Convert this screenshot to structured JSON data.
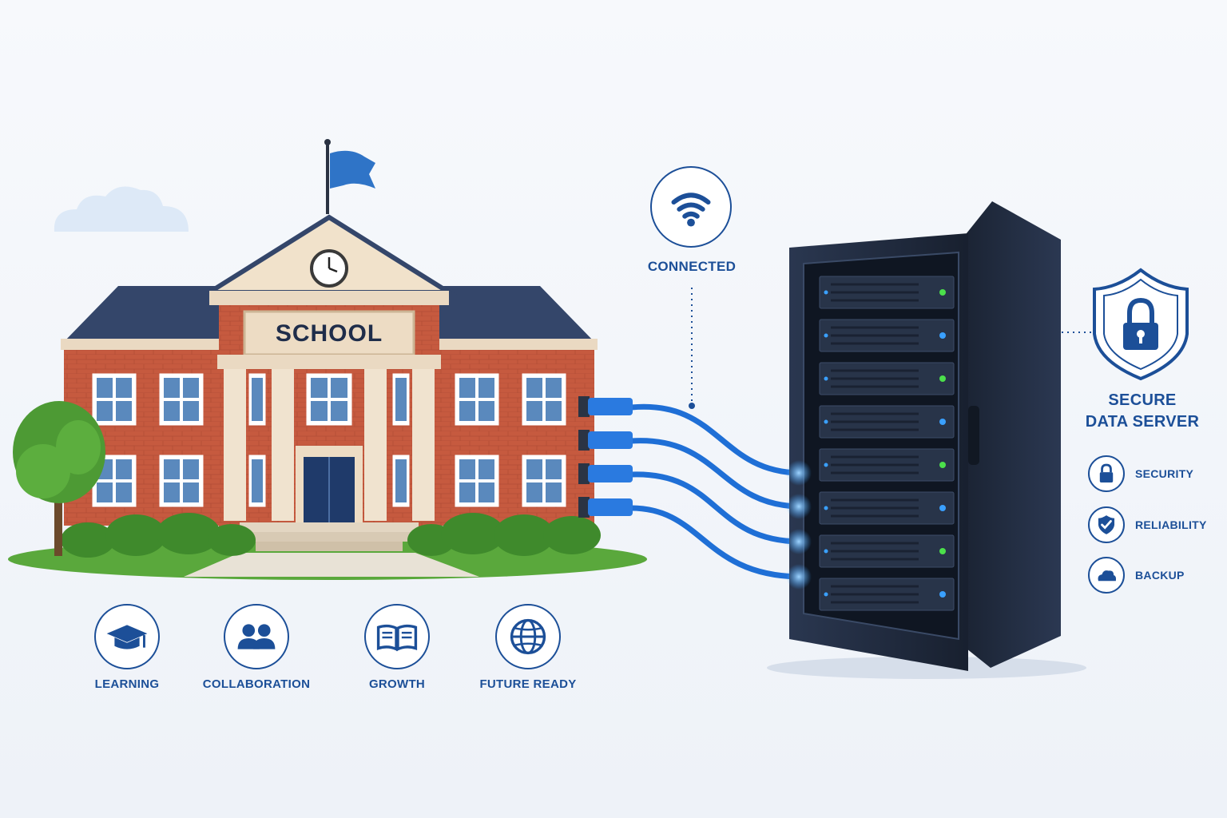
{
  "building": {
    "sign": "SCHOOL"
  },
  "network": {
    "status_label": "CONNECTED",
    "status_icon": "wifi-icon"
  },
  "server": {
    "title_line1": "SECURE",
    "title_line2": "DATA SERVER",
    "title_icon": "shield-lock-icon",
    "features": [
      {
        "label": "SECURITY",
        "icon": "lock-icon"
      },
      {
        "label": "RELIABILITY",
        "icon": "shield-check-icon"
      },
      {
        "label": "BACKUP",
        "icon": "cloud-icon"
      }
    ]
  },
  "school_features": [
    {
      "label": "LEARNING",
      "icon": "graduation-cap-icon"
    },
    {
      "label": "COLLABORATION",
      "icon": "people-icon"
    },
    {
      "label": "GROWTH",
      "icon": "open-book-icon"
    },
    {
      "label": "FUTURE READY",
      "icon": "globe-icon"
    }
  ],
  "colors": {
    "accent": "#1c4f98",
    "brick": "#c65a3f",
    "roof": "#34466a",
    "server_body": "#1f2a3d",
    "cable": "#1f6fd6",
    "led_green": "#4be04b",
    "led_blue": "#3aa0ff",
    "grass": "#5aa83c"
  }
}
